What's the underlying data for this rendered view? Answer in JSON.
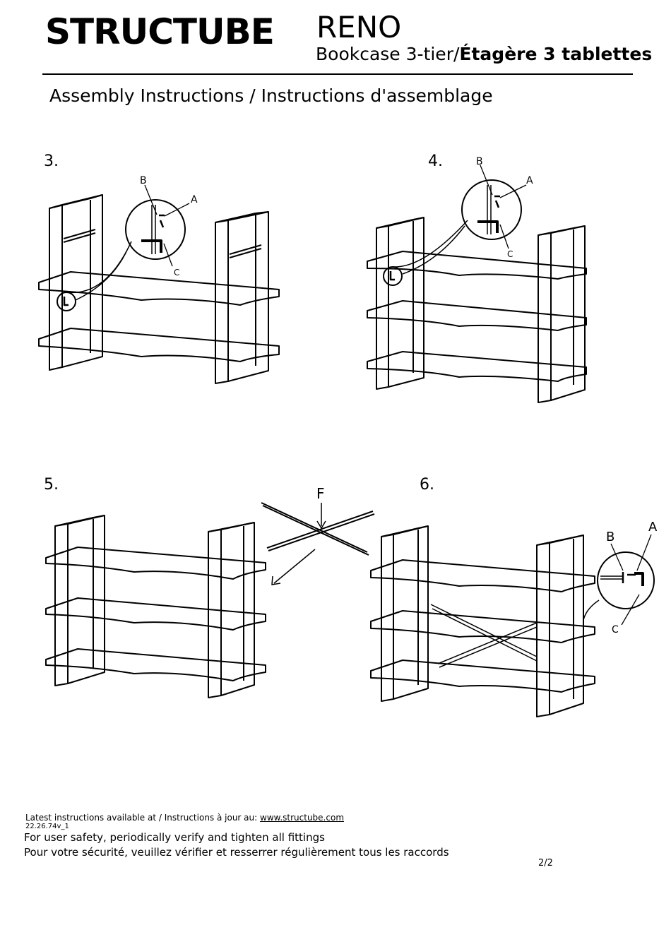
{
  "header": {
    "brand": "STRUCTUBE",
    "model": "RENO",
    "subtitle_en": "Bookcase 3-tier/",
    "subtitle_fr": "Étagère 3 tablettes",
    "section_title": "Assembly Instructions / Instructions d'assemblage"
  },
  "steps": [
    {
      "number": "3.",
      "callouts": [
        "A",
        "B",
        "C"
      ]
    },
    {
      "number": "4.",
      "callouts": [
        "A",
        "B",
        "C"
      ]
    },
    {
      "number": "5.",
      "callouts": [
        "F"
      ]
    },
    {
      "number": "6.",
      "callouts": [
        "A",
        "B",
        "C"
      ]
    }
  ],
  "footer": {
    "latest_text": "Latest instructions available at / Instructions à jour au: ",
    "url": "www.structube.com",
    "doc_code": "22.26.74v_1",
    "safety_en": "For user safety, periodically verify and tighten all fittings",
    "safety_fr": "Pour votre sécurité, veuillez vérifier et resserrer régulièrement tous les raccords",
    "page": "2/2"
  }
}
